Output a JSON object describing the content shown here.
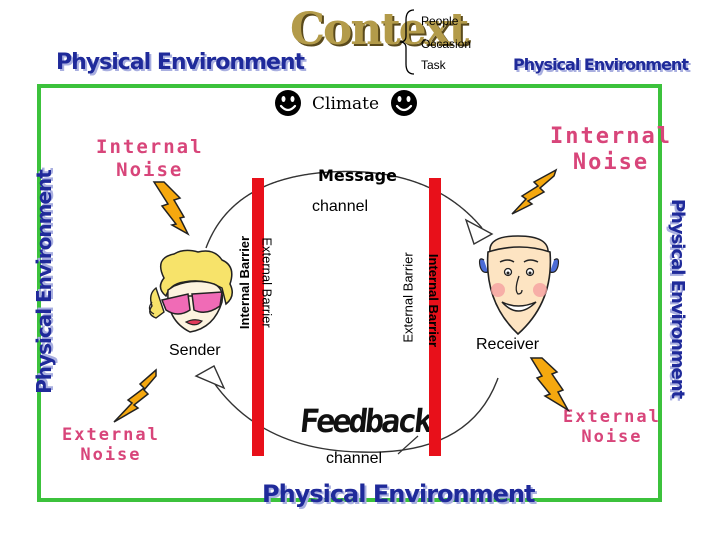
{
  "context": {
    "title": "Context",
    "items": [
      "People",
      "Occasion",
      "Task"
    ]
  },
  "environment": {
    "top_left": "Physical Environment",
    "top_right": "Physical Environment",
    "left": "Physical Environment",
    "right": "Physical Environment",
    "bottom": "Physical Environment"
  },
  "climate": "Climate",
  "noise": {
    "internal_left": [
      "Internal",
      "Noise"
    ],
    "internal_right": [
      "Internal",
      "Noise"
    ],
    "external_left": [
      "External",
      "Noise"
    ],
    "external_right": [
      "External",
      "Noise"
    ]
  },
  "message": "Message",
  "channel_top": "channel",
  "channel_bottom": "channel",
  "feedback": "Feedback",
  "barriers": {
    "sender_internal": "Internal Barrier",
    "sender_external": "External Barrier",
    "receiver_external": "External Barrier",
    "receiver_internal": "Internal Barrier"
  },
  "sender": "Sender",
  "receiver": "Receiver",
  "colors": {
    "frame": "#3cc23c",
    "barrier": "#e8101a",
    "env_text": "#1f2a9a",
    "noise_text": "#d8457a",
    "context_text": "#8b7a2e",
    "lightning": "#f5a80f"
  }
}
